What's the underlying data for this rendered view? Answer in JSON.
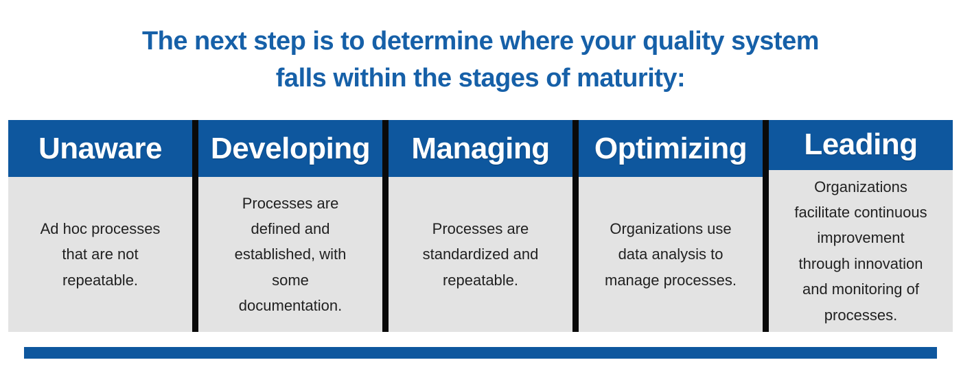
{
  "title": {
    "text": "The next step is to determine where your quality system\nfalls within the stages of maturity:"
  },
  "stages": [
    {
      "name": "Unaware",
      "description": "Ad hoc processes\nthat are not\nrepeatable."
    },
    {
      "name": "Developing",
      "description": "Processes are\ndefined and\nestablished, with\nsome\ndocumentation."
    },
    {
      "name": "Managing",
      "description": "Processes are\nstandardized and\nrepeatable."
    },
    {
      "name": "Optimizing",
      "description": "Organizations use\ndata analysis to\nmanage processes."
    },
    {
      "name": "Leading",
      "description": "Organizations\nfacilitate continuous\nimprovement\nthrough innovation\nand monitoring of\nprocesses."
    }
  ],
  "colors": {
    "title-blue": "#1660a8",
    "header-blue": "#0e579e",
    "body-bg": "#e3e3e3",
    "body-text": "#212121",
    "divider": "#0a0a0a",
    "bar-blue": "#0e579e",
    "page-bg": "#ffffff"
  }
}
